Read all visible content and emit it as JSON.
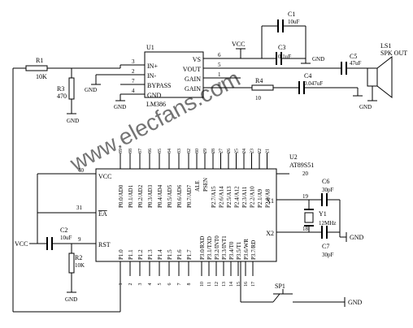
{
  "watermark": "www.elecfans.com",
  "u1": {
    "ref": "U1",
    "part": "LM386",
    "pins_left": [
      {
        "num": "3",
        "name": "IN+"
      },
      {
        "num": "2",
        "name": "IN-"
      },
      {
        "num": "7",
        "name": "BYPASS"
      },
      {
        "num": "4",
        "name": "GND"
      }
    ],
    "pins_right": [
      {
        "num": "6",
        "name": "VS"
      },
      {
        "num": "5",
        "name": "VOUT"
      },
      {
        "num": "1",
        "name": "GAIN"
      },
      {
        "num": "8",
        "name": "GAIN"
      }
    ]
  },
  "u2": {
    "ref": "U2",
    "part": "AT89S51",
    "vcc_pin": "40",
    "vcc_label": "VCC",
    "ea_pin": "31",
    "ea_label": "EA",
    "rst_pin": "9",
    "rst_label": "RST",
    "x1_pin": "19",
    "x1_label": "X1",
    "x2_pin": "18",
    "x2_label": "X2",
    "gnd_pin": "20",
    "p0": [
      {
        "num": "39",
        "name": "P0.0/AD0"
      },
      {
        "num": "38",
        "name": "P0.1/AD1"
      },
      {
        "num": "37",
        "name": "P0.2/AD2"
      },
      {
        "num": "36",
        "name": "P0.3/AD3"
      },
      {
        "num": "35",
        "name": "P0.4/AD4"
      },
      {
        "num": "34",
        "name": "P0.5/AD5"
      },
      {
        "num": "33",
        "name": "P0.6/AD6"
      },
      {
        "num": "32",
        "name": "P0.7/AD7"
      }
    ],
    "ctrl_top": [
      {
        "num": "30",
        "name": "ALE"
      },
      {
        "num": "29",
        "name": "PSEN"
      }
    ],
    "p2": [
      {
        "num": "28",
        "name": "P2.7/A15"
      },
      {
        "num": "27",
        "name": "P2.6/A14"
      },
      {
        "num": "26",
        "name": "P2.5/A13"
      },
      {
        "num": "25",
        "name": "P2.4/A12"
      },
      {
        "num": "24",
        "name": "P2.3/A11"
      },
      {
        "num": "23",
        "name": "P2.2/A10"
      },
      {
        "num": "22",
        "name": "P2.1/A9"
      },
      {
        "num": "21",
        "name": "P2.0/A8"
      }
    ],
    "p1": [
      {
        "num": "1",
        "name": "P1.0"
      },
      {
        "num": "2",
        "name": "P1.1"
      },
      {
        "num": "3",
        "name": "P1.2"
      },
      {
        "num": "4",
        "name": "P1.3"
      },
      {
        "num": "5",
        "name": "P1.4"
      },
      {
        "num": "6",
        "name": "P1.5"
      },
      {
        "num": "7",
        "name": "P1.6"
      },
      {
        "num": "8",
        "name": "P1.7"
      }
    ],
    "p3": [
      {
        "num": "10",
        "name": "P3.0/RXD"
      },
      {
        "num": "11",
        "name": "P3.1/TXD"
      },
      {
        "num": "12",
        "name": "P3.2/INT0"
      },
      {
        "num": "13",
        "name": "P3.3/INT1"
      },
      {
        "num": "14",
        "name": "P3.4/T0"
      },
      {
        "num": "15",
        "name": "P3.5/T1"
      },
      {
        "num": "16",
        "name": "P3.6/WR"
      },
      {
        "num": "17",
        "name": "P3.7/RD"
      }
    ]
  },
  "r1": {
    "ref": "R1",
    "value": "10K"
  },
  "r2": {
    "ref": "R2",
    "value": "10K"
  },
  "r3": {
    "ref": "R3",
    "value": "470"
  },
  "r4": {
    "ref": "R4",
    "value": "10"
  },
  "c1": {
    "ref": "C1",
    "value": "10uF"
  },
  "c2": {
    "ref": "C2",
    "value": "10uF"
  },
  "c3": {
    "ref": "C3",
    "value": "0.1uF"
  },
  "c4": {
    "ref": "C4",
    "value": "0.047uF"
  },
  "c5": {
    "ref": "C5",
    "value": "47uF"
  },
  "c6": {
    "ref": "C6",
    "value": "30pF"
  },
  "c7": {
    "ref": "C7",
    "value": "30pF"
  },
  "y1": {
    "ref": "Y1",
    "value": "12MHz"
  },
  "sp1": {
    "ref": "SP1"
  },
  "ls1": {
    "ref": "LS1",
    "desc": "SPK OUT"
  },
  "vcc": "VCC",
  "gnd": "GND"
}
